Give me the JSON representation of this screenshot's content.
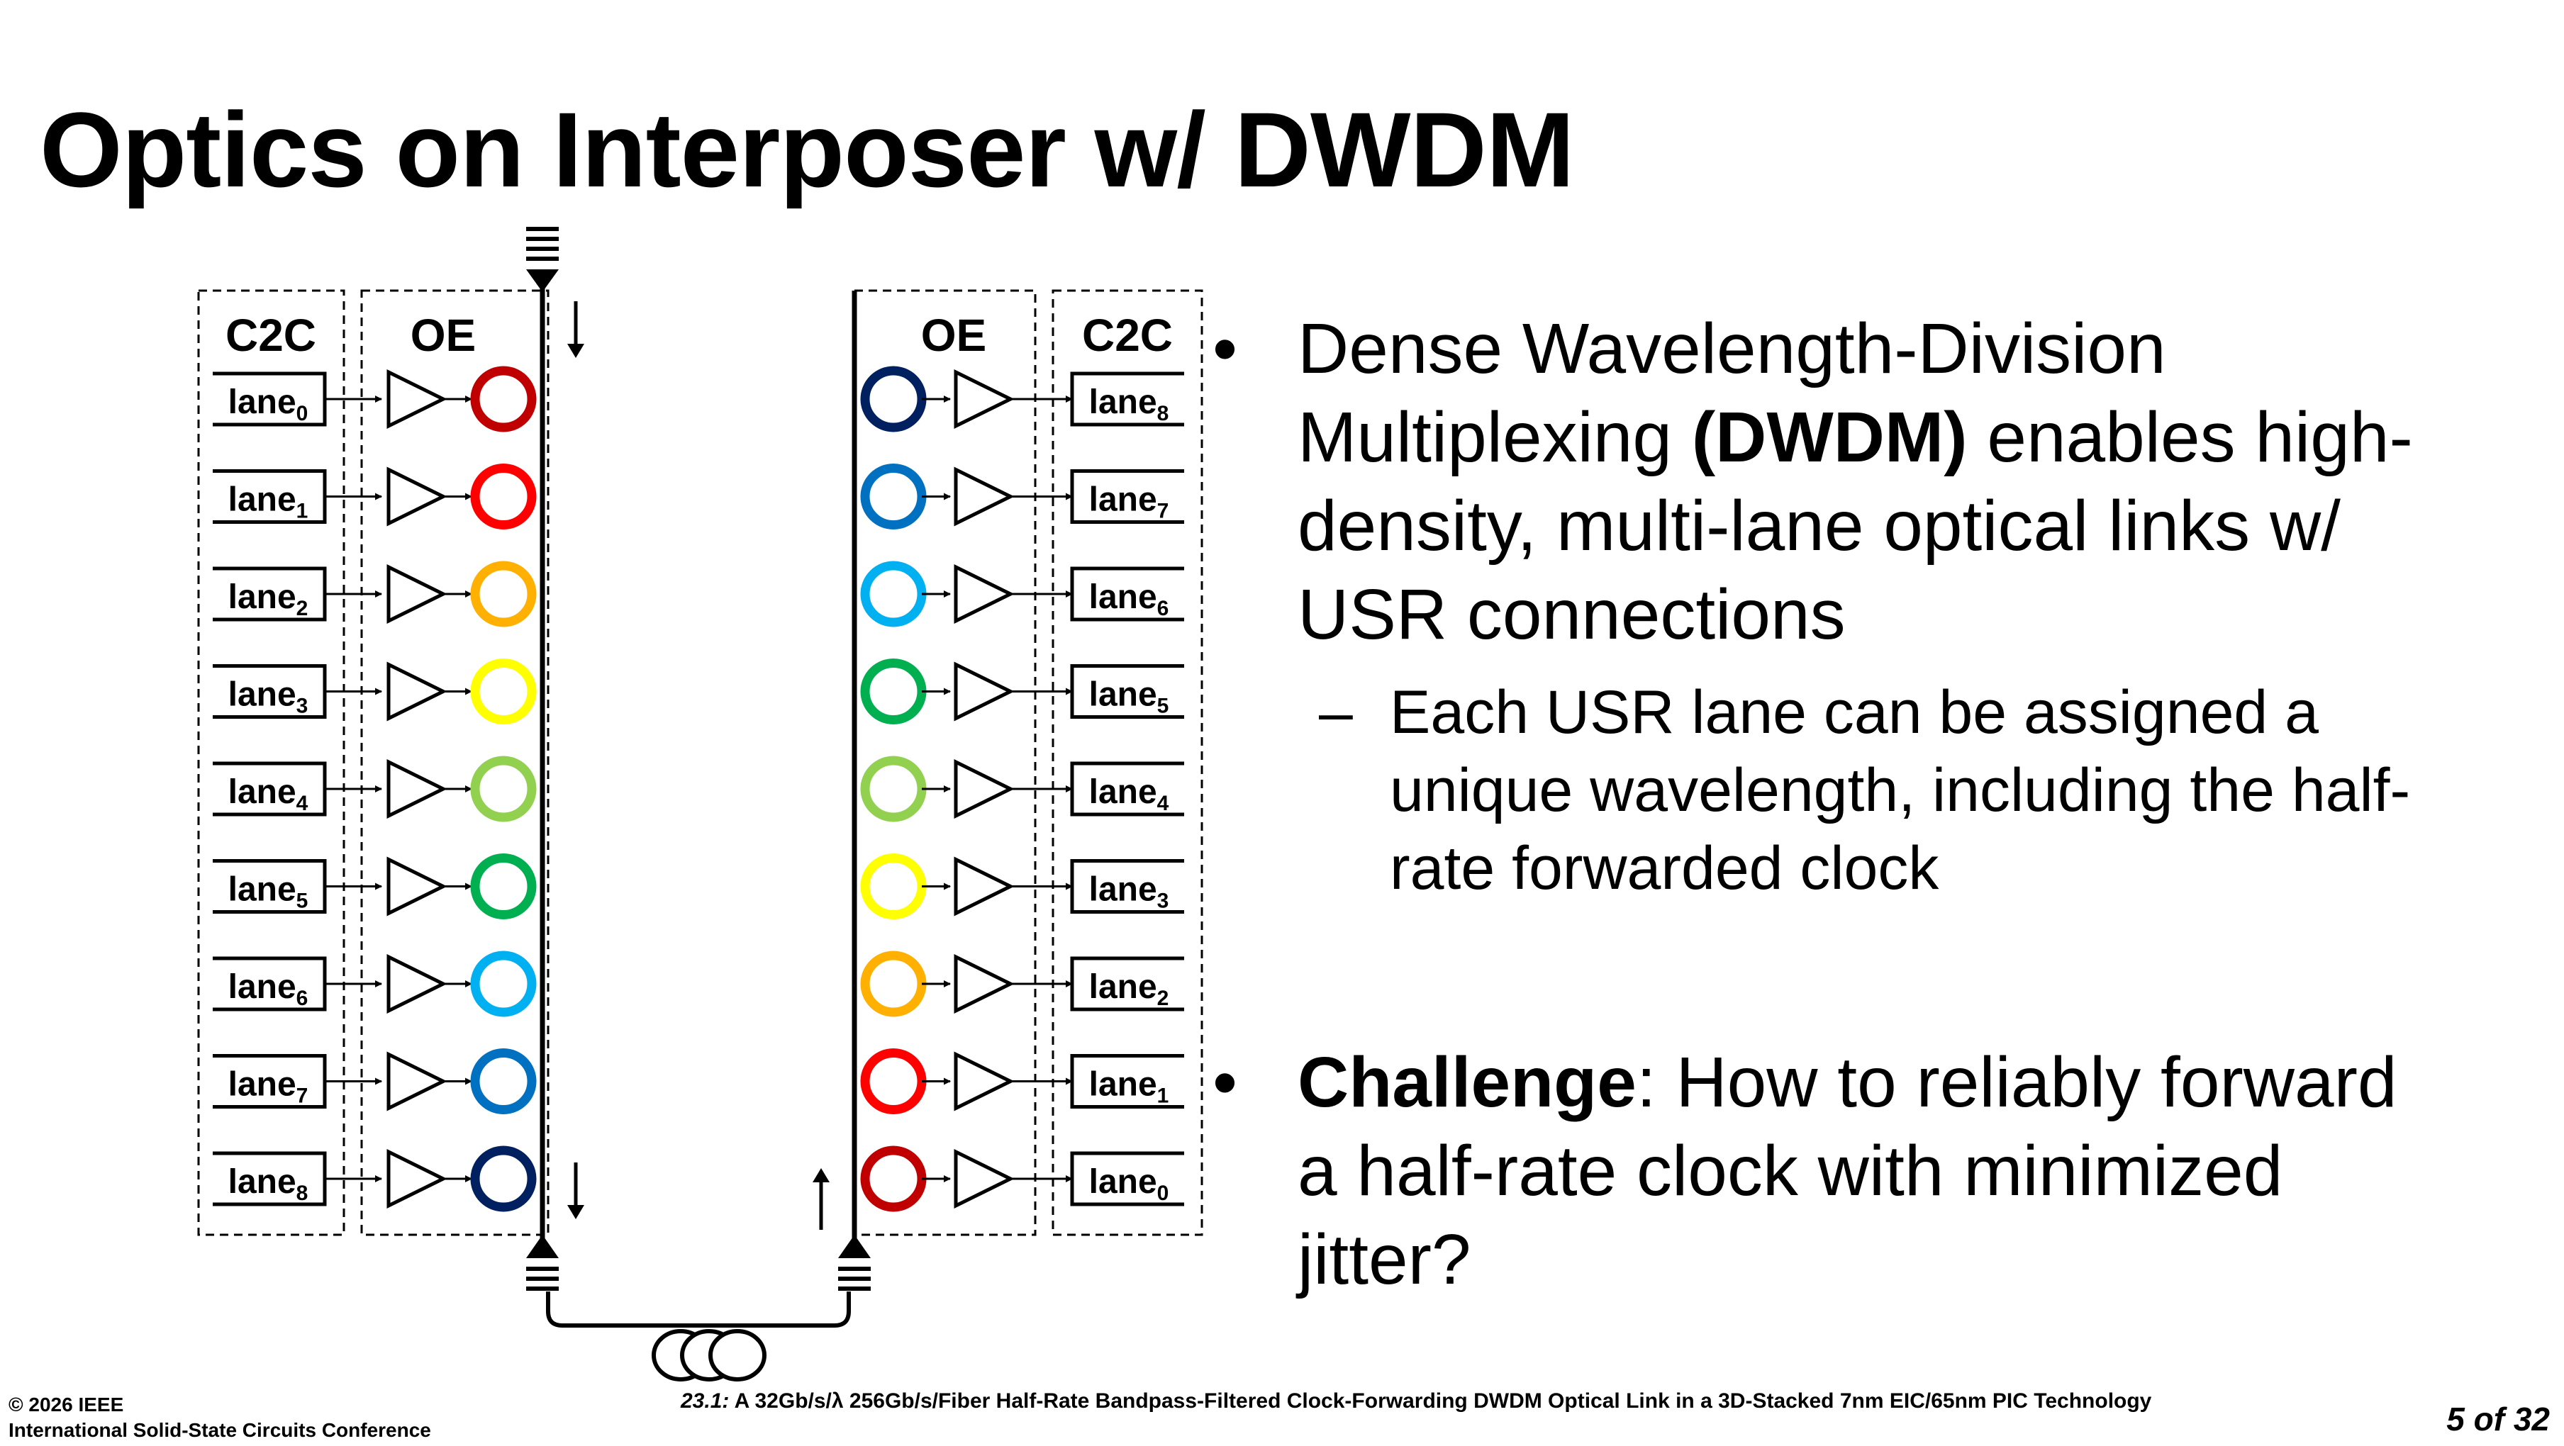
{
  "title": "Optics on Interposer w/ DWDM",
  "diagram": {
    "left_headers": {
      "c2c": "C2C",
      "oe": "OE"
    },
    "right_headers": {
      "oe": "OE",
      "c2c": "C2C"
    },
    "lane_word": "lane",
    "left_lanes": [
      "0",
      "1",
      "2",
      "3",
      "4",
      "5",
      "6",
      "7",
      "8"
    ],
    "right_lanes": [
      "8",
      "7",
      "6",
      "5",
      "4",
      "3",
      "2",
      "1",
      "0"
    ],
    "left_ring_colors": [
      "#c00000",
      "#ff0000",
      "#ffb000",
      "#ffff00",
      "#92d050",
      "#00b050",
      "#00b0f0",
      "#0070c0",
      "#002060"
    ],
    "right_ring_colors": [
      "#002060",
      "#0070c0",
      "#00b0f0",
      "#00b050",
      "#92d050",
      "#ffff00",
      "#ffb000",
      "#ff0000",
      "#c00000"
    ]
  },
  "bullets": {
    "b1": {
      "pre": "Dense Wavelength-Division Multiplexing ",
      "bold": "(DWDM)",
      "post": " enables high-density, multi-lane optical links w/ USR connections"
    },
    "sub1": "Each USR lane can be assigned a unique wavelength, including the half-rate forwarded clock",
    "b2": {
      "bold": "Challenge",
      "post": ": How to reliably forward a half-rate clock with minimized jitter?"
    },
    "bullet_char": "•",
    "dash_char": "–"
  },
  "footer": {
    "copyright": "© 2026 IEEE",
    "conference": "International Solid-State Circuits Conference",
    "paper_id": "23.1:",
    "paper_title": " A 32Gb/s/λ 256Gb/s/Fiber Half-Rate Bandpass-Filtered Clock-Forwarding DWDM Optical Link in a 3D-Stacked 7nm EIC/65nm PIC Technology",
    "page": "5 of 32"
  }
}
